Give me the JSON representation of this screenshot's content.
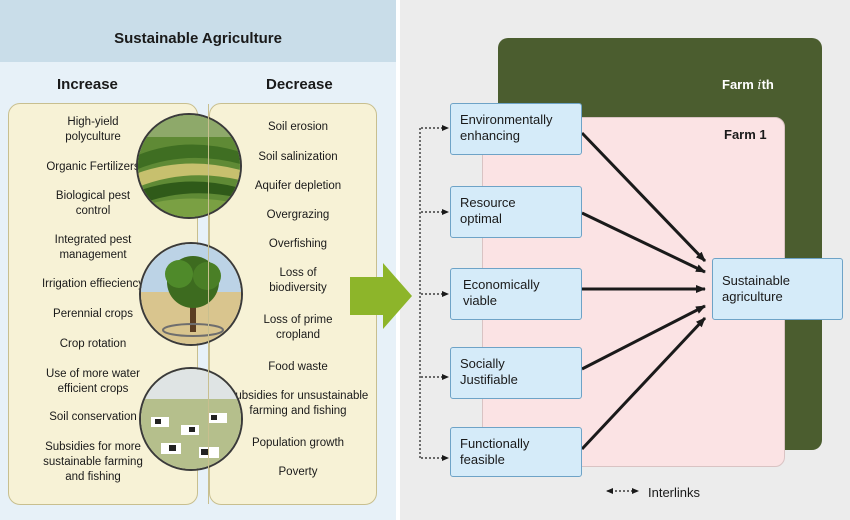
{
  "title": "Sustainable Agriculture",
  "increase": {
    "heading": "Increase",
    "items": [
      "High-yield\npolyculture",
      "Organic Fertilizers",
      "Biological pest\ncontrol",
      "Integrated pest\nmanagement",
      "Irrigation effieciency",
      "Perennial crops",
      "Crop rotation",
      "Use of more water\nefficient crops",
      "Soil conservation",
      "Subsidies for more\nsustainable farming\nand fishing"
    ]
  },
  "decrease": {
    "heading": "Decrease",
    "items": [
      "Soil erosion",
      "Soil salinization",
      "Aquifer depletion",
      "Overgrazing",
      "Overfishing",
      "Loss of\nbiodiversity",
      "Loss of prime\ncropland",
      "Food waste",
      "Subsidies for unsustainable\nfarming and fishing",
      "Population growth",
      "Poverty"
    ]
  },
  "farms": {
    "ith_label": "Farm ",
    "ith_index": "i",
    "ith_suffix": "th",
    "one_label": "Farm 1"
  },
  "criteria": [
    "Environmentally\nenhancing",
    "Resource\noptimal",
    "Economically\nviable",
    "Socially\nJustifiable",
    "Functionally\nfeasible"
  ],
  "target": "Sustainable\nagriculture",
  "legend": {
    "label": "Interlinks"
  },
  "colors": {
    "arrow_green": "#8db52a",
    "farm_ith": "#4b5d2f",
    "farm_1": "#fbe3e4",
    "box_fill": "#d5ebf9",
    "box_border": "#6ea3c7"
  }
}
